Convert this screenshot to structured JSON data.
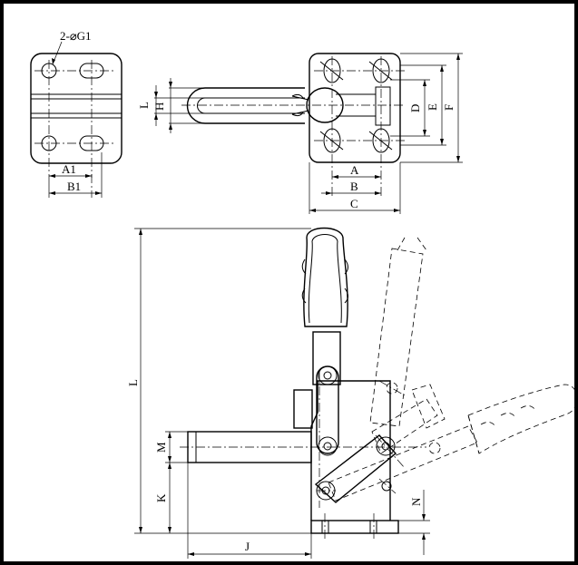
{
  "labels": {
    "g1": "2-⌀G1",
    "a1": "A1",
    "b1": "B1",
    "l_top": "L",
    "h": "H",
    "d": "D",
    "e": "E",
    "f": "F",
    "a": "A",
    "b": "B",
    "c": "C",
    "l_side": "L",
    "m": "M",
    "k": "K",
    "n": "N",
    "j": "J"
  },
  "colors": {
    "frame": "#000000",
    "paper": "#ffffff",
    "ink": "#000000"
  }
}
